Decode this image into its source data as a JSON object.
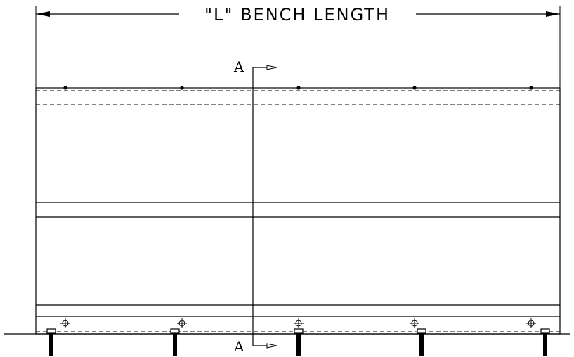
{
  "dimension": {
    "label": "\"L\" BENCH LENGTH"
  },
  "section_marker": {
    "top_label": "A",
    "bottom_label": "A"
  },
  "colors": {
    "line": "#000000",
    "background": "#ffffff"
  }
}
